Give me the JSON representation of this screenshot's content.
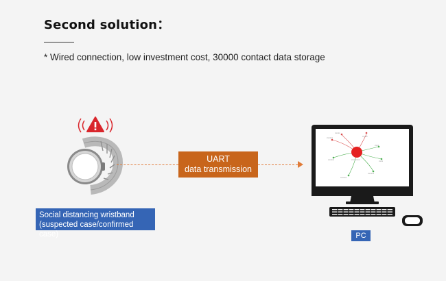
{
  "header": {
    "title": "Second solution",
    "title_colon": "：",
    "subtitle": "* Wired connection, low investment cost, 30000 contact data storage"
  },
  "flow": {
    "uart_line1": "UART",
    "uart_line2": "data transmission",
    "wristband_label_line1": "Social distancing wristband",
    "wristband_label_line2": "(suspected case/confirmed case)",
    "pc_label": "PC"
  },
  "colors": {
    "accent_orange": "#c8651b",
    "arrow_orange": "#e07b38",
    "label_blue": "#3565b5",
    "alert_red": "#d9262c"
  },
  "icons": {
    "alert": "warning-triangle-icon",
    "wristband": "wristband-icon",
    "pc": "desktop-computer-icon"
  }
}
